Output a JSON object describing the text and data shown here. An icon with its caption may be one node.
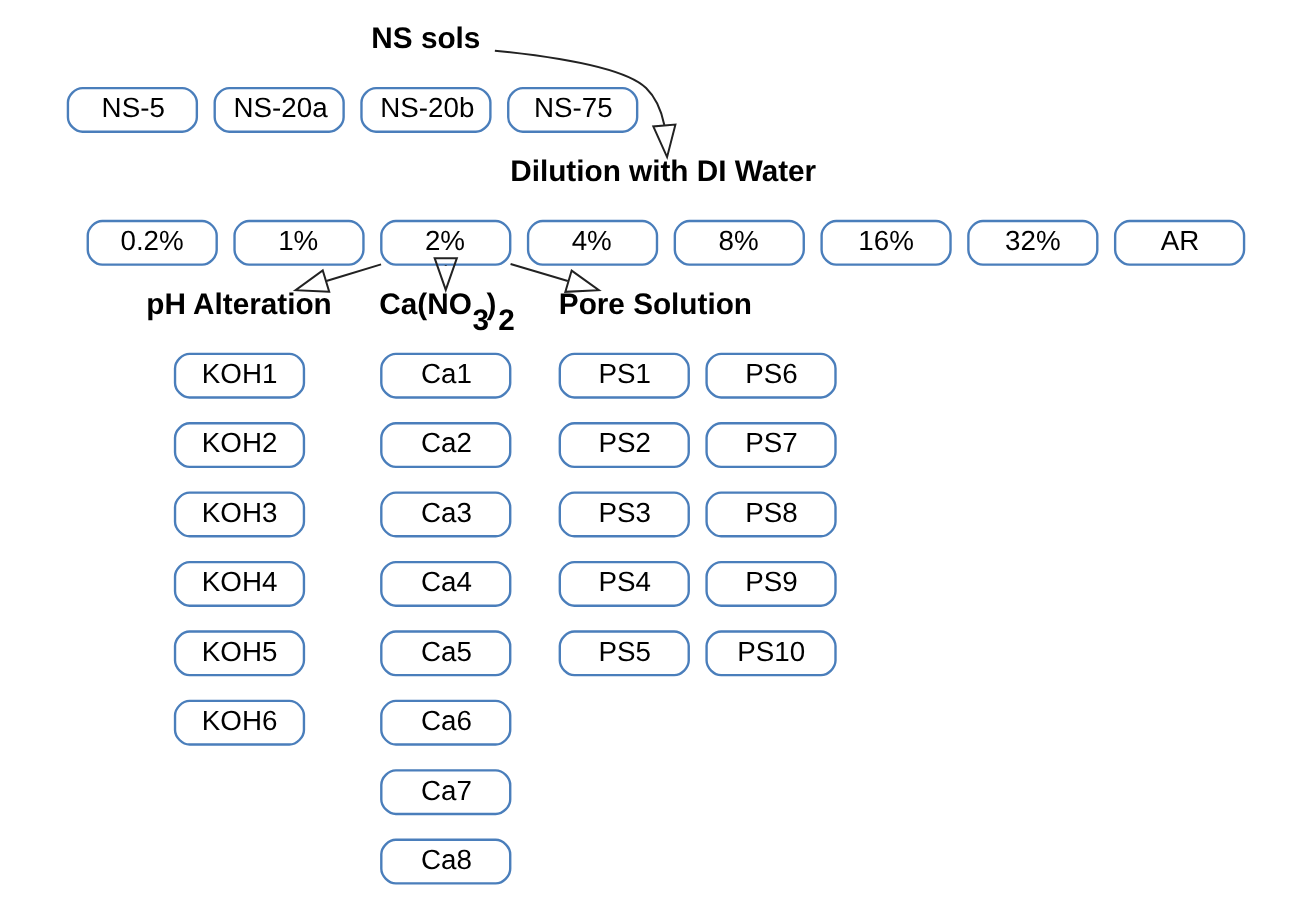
{
  "diagram": {
    "nodes": [
      {
        "text": [
          "NS sols"
        ]
      },
      {
        "text": [
          "NS-5"
        ]
      },
      {
        "text": [
          "NS-20a"
        ]
      },
      {
        "text": [
          "NS-20b"
        ]
      },
      {
        "text": [
          "NS-75"
        ]
      },
      {
        "text": [
          "Dilution with DI Water"
        ]
      },
      {
        "text": [
          "0.2%"
        ]
      },
      {
        "text": [
          "1%"
        ]
      },
      {
        "text": [
          "2%"
        ]
      },
      {
        "text": [
          "4%"
        ]
      },
      {
        "text": [
          "8%"
        ]
      },
      {
        "text": [
          "16%"
        ]
      },
      {
        "text": [
          "32%"
        ]
      },
      {
        "text": [
          "AR"
        ]
      },
      {
        "text": [
          "pH Alteration"
        ]
      },
      {
        "text": [
          "KOH1"
        ]
      },
      {
        "text": [
          "KOH2"
        ]
      },
      {
        "text": [
          "KOH3"
        ]
      },
      {
        "text": [
          "KOH4"
        ]
      },
      {
        "text": [
          "KOH5"
        ]
      },
      {
        "text": [
          "KOH6"
        ]
      },
      {
        "text": [
          "Ca(NO$_{3}$)$_{2}$"
        ]
      },
      {
        "text": [
          "Ca1"
        ]
      },
      {
        "text": [
          "Ca2"
        ]
      },
      {
        "text": [
          "Ca3"
        ]
      },
      {
        "text": [
          "Ca4"
        ]
      },
      {
        "text": [
          "Ca5"
        ]
      },
      {
        "text": [
          "Ca6"
        ]
      },
      {
        "text": [
          "Ca7"
        ]
      },
      {
        "text": [
          "Ca8"
        ]
      },
      {
        "text": [
          "Pore Solution"
        ]
      },
      {
        "text": [
          "PS1"
        ]
      },
      {
        "text": [
          "PS2"
        ]
      },
      {
        "text": [
          "PS3"
        ]
      },
      {
        "text": [
          "PS4"
        ]
      },
      {
        "text": [
          "PS5"
        ]
      },
      {
        "text": [
          "PS6"
        ]
      },
      {
        "text": [
          "PS7"
        ]
      },
      {
        "text": [
          "PS8"
        ]
      },
      {
        "text": [
          "PS9"
        ]
      },
      {
        "text": [
          "PS10"
        ]
      }
    ],
    "edges": [
      {
        "from": 0,
        "to": 5,
        "arrow": "to"
      },
      {
        "from": 8,
        "to": 14,
        "arrow": "to"
      },
      {
        "from": 8,
        "to": 21,
        "arrow": "to"
      },
      {
        "from": 8,
        "to": 30,
        "arrow": "to"
      }
    ]
  }
}
